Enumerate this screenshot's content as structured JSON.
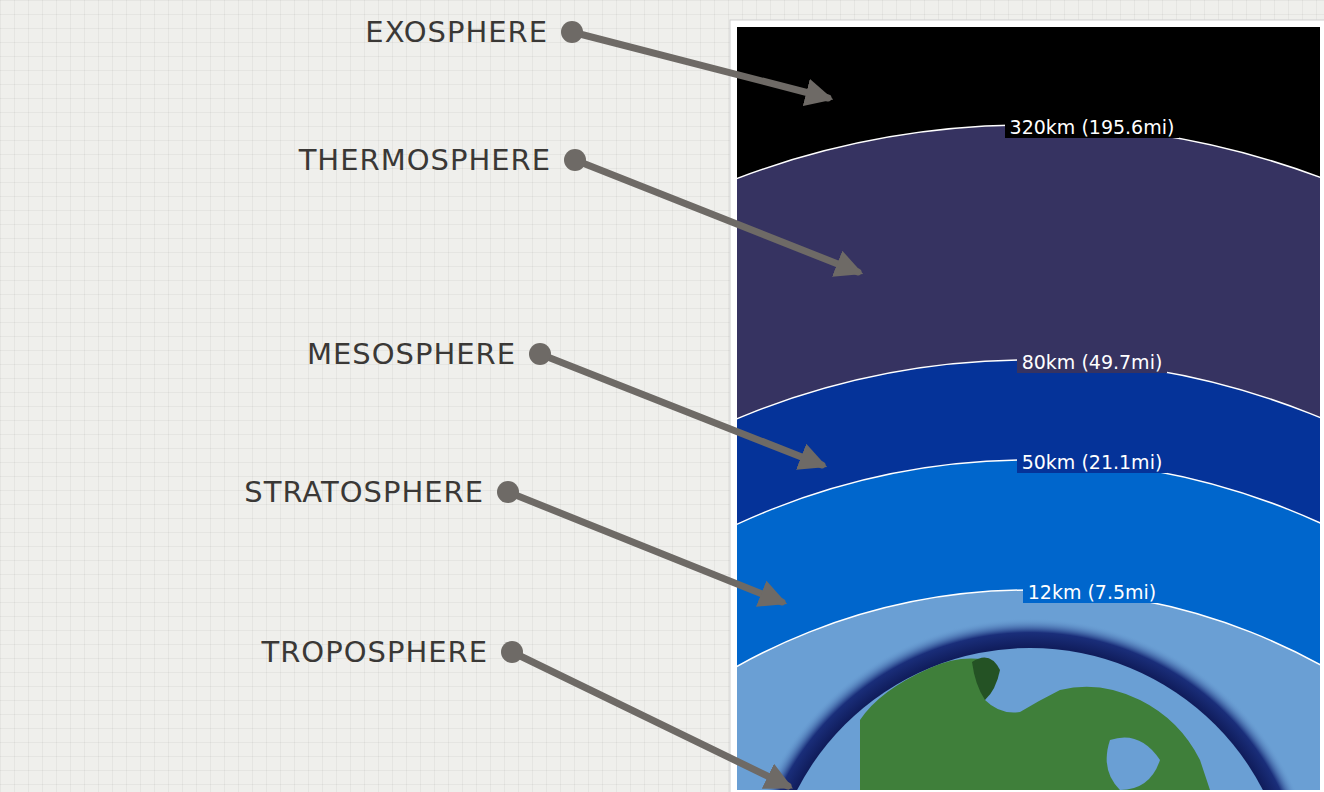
{
  "diagram": {
    "labels": [
      "EXOSPHERE",
      "THERMOSPHERE",
      "MESOSPHERE",
      "STRATOSPHERE",
      "TROPOSPHERE",
      "320km (195.6mi)",
      "80km (49.7mi)",
      "50km (21.1mi)",
      "12km (7.5mi)"
    ]
  }
}
